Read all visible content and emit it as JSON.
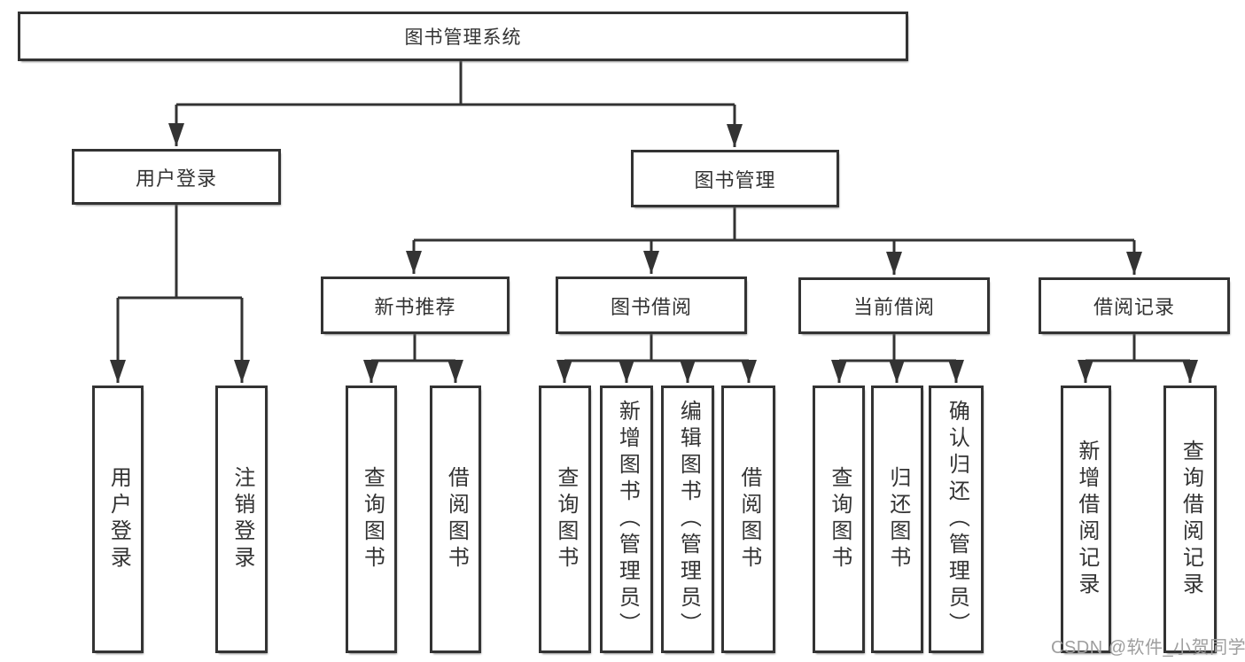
{
  "diagram": {
    "root": "图书管理系统",
    "level1": [
      "用户登录",
      "图书管理"
    ],
    "level2": [
      "新书推荐",
      "图书借阅",
      "当前借阅",
      "借阅记录"
    ],
    "leaves_user_login": [
      "用户登录",
      "注销登录"
    ],
    "leaves_new_book": [
      "查询图书",
      "借阅图书"
    ],
    "leaves_book_borrow": [
      "查询图书",
      "新增图书（管理员）",
      "编辑图书（管理员）",
      "借阅图书"
    ],
    "leaves_current_borrow": [
      "查询图书",
      "归还图书",
      "确认归还（管理员）"
    ],
    "leaves_borrow_records": [
      "新增借阅记录",
      "查询借阅记录"
    ]
  },
  "watermark": "CSDN @软件_小贺同学",
  "colors": {
    "line": "#333333",
    "box_border": "#333333",
    "text": "#333333",
    "background": "#ffffff",
    "watermark": "#9e9e9e"
  }
}
